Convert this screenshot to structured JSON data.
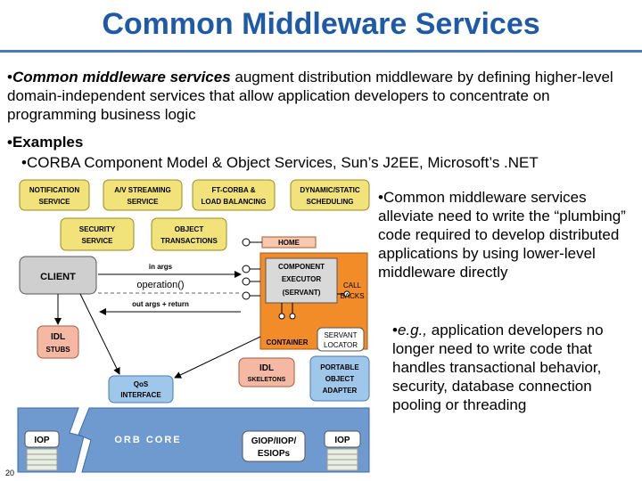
{
  "slide": {
    "title": "Common Middleware Services",
    "page_number": "20"
  },
  "bullets": {
    "b1_em": "Common middleware services",
    "b1_rest": " augment distribution middleware by defining higher-level domain-independent services that allow application developers to concentrate on programming business logic",
    "b2": "Examples",
    "b3": "CORBA Component Model & Object Services, Sun’s J2EE, Microsoft’s .NET"
  },
  "right": {
    "r1": "Common middleware services alleviate need to write the “plumbing” code required to develop distributed applications by using lower-level middleware directly",
    "r2_em": "e.g.,",
    "r2_rest": " application developers no longer need to write code that handles transactional behavior, security, database connection pooling or threading"
  },
  "diagram": {
    "notification_1": "NOTIFICATION",
    "notification_2": "SERVICE",
    "av_1": "A/V STREAMING",
    "av_2": "SERVICE",
    "ft_1": "FT-CORBA &",
    "ft_2": "LOAD BALANCING",
    "dyn_1": "DYNAMIC/STATIC",
    "dyn_2": "SCHEDULING",
    "security_1": "SECURITY",
    "security_2": "SERVICE",
    "object_1": "OBJECT",
    "object_2": "TRANSACTIONS",
    "home": "HOME",
    "client": "CLIENT",
    "in_args": "in args",
    "operation": "operation()",
    "out_args": "out args + return",
    "comp_1": "COMPONENT",
    "comp_2": "EXECUTOR",
    "comp_3": "(SERVANT)",
    "call_1": "CALL",
    "call_2": "BACKS",
    "container": "CONTAINER",
    "servant_1": "SERVANT",
    "servant_2": "LOCATOR",
    "idl_stubs_1": "IDL",
    "idl_stubs_2": "STUBS",
    "qos_1": "QoS",
    "qos_2": "INTERFACE",
    "idl_skel_1": "IDL",
    "idl_skel_2": "SKELETONS",
    "poa_1": "PORTABLE",
    "poa_2": "OBJECT",
    "poa_3": "ADAPTER",
    "iop_left": "IOP",
    "orb_core": "ORB CORE",
    "giop_1": "GIOP/IIOP/",
    "giop_2": "ESIOPs",
    "iop_right": "IOP"
  },
  "colors": {
    "title": "#1f5aa6",
    "service_box": "#f2e27a",
    "client_box": "#cfcfcf",
    "container": "#f28c28",
    "idl_box": "#f5b8a2",
    "blue_box": "#9ec7ea",
    "orb_band": "#6f9ad0"
  }
}
